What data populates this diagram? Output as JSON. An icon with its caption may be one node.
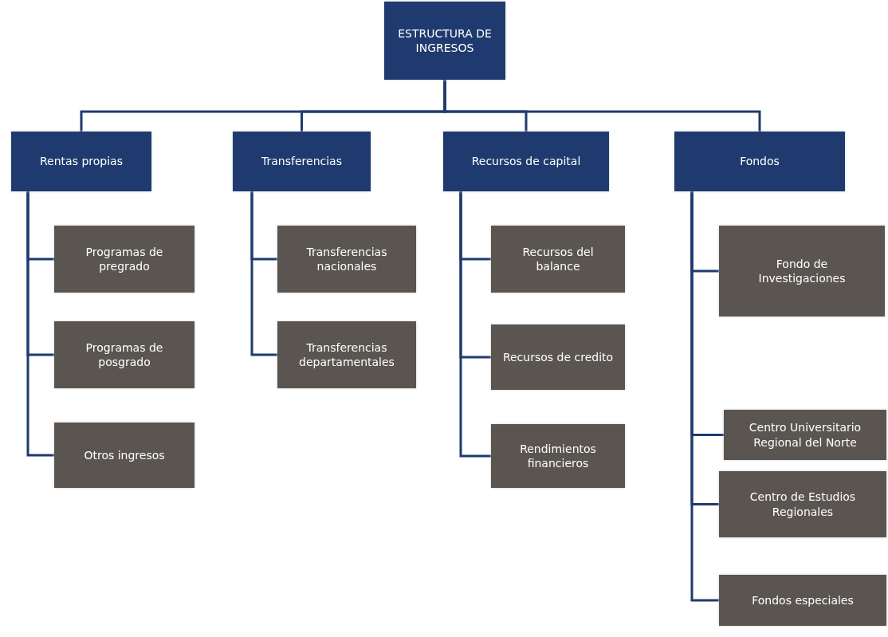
{
  "diagram": {
    "nodes": [
      {
        "text": [
          "ESTRUCTURA DE INGRESOS"
        ]
      },
      {
        "text": [
          "Rentas propias"
        ]
      },
      {
        "text": [
          "Transferencias"
        ]
      },
      {
        "text": [
          "Recursos de capital"
        ]
      },
      {
        "text": [
          "Fondos"
        ]
      },
      {
        "text": [
          "Programas de pregrado"
        ]
      },
      {
        "text": [
          "Programas de posgrado"
        ]
      },
      {
        "text": [
          "Otros ingresos"
        ]
      },
      {
        "text": [
          "Transferencias nacionales"
        ]
      },
      {
        "text": [
          "Transferencias departamentales"
        ]
      },
      {
        "text": [
          "Recursos del balance"
        ]
      },
      {
        "text": [
          "Recursos de credito"
        ]
      },
      {
        "text": [
          "Rendimientos financieros"
        ]
      },
      {
        "text": [
          "Fondo de Investigaciones"
        ]
      },
      {
        "text": [
          "Centro Universitario Regional del Norte"
        ]
      },
      {
        "text": [
          "Centro de Estudios Regionales"
        ]
      },
      {
        "text": [
          "Fondos especiales"
        ]
      }
    ],
    "edges": [
      {
        "from": 0,
        "to": 1,
        "arrow": "none"
      },
      {
        "from": 0,
        "to": 2,
        "arrow": "none"
      },
      {
        "from": 0,
        "to": 3,
        "arrow": "none"
      },
      {
        "from": 0,
        "to": 4,
        "arrow": "none"
      },
      {
        "from": 1,
        "to": 5,
        "arrow": "none"
      },
      {
        "from": 1,
        "to": 6,
        "arrow": "none"
      },
      {
        "from": 1,
        "to": 7,
        "arrow": "none"
      },
      {
        "from": 2,
        "to": 8,
        "arrow": "none"
      },
      {
        "from": 2,
        "to": 9,
        "arrow": "none"
      },
      {
        "from": 3,
        "to": 10,
        "arrow": "none"
      },
      {
        "from": 3,
        "to": 11,
        "arrow": "none"
      },
      {
        "from": 3,
        "to": 12,
        "arrow": "none"
      },
      {
        "from": 4,
        "to": 13,
        "arrow": "none"
      },
      {
        "from": 4,
        "to": 14,
        "arrow": "none"
      },
      {
        "from": 4,
        "to": 15,
        "arrow": "none"
      },
      {
        "from": 4,
        "to": 16,
        "arrow": "none"
      }
    ]
  }
}
